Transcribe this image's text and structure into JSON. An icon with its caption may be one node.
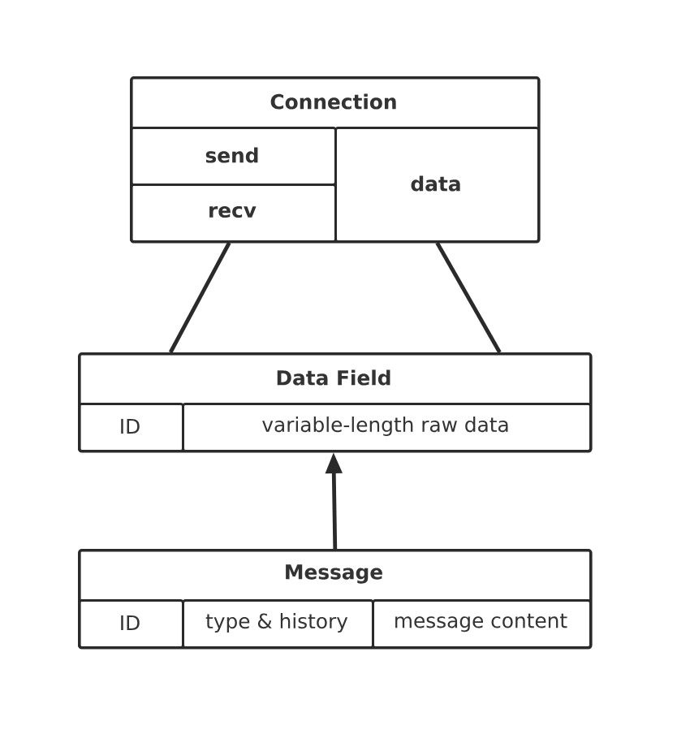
{
  "diagram": {
    "nodes": [
      {
        "text": [
          "Connection"
        ]
      },
      {
        "text": [
          "send"
        ],
        "in": 0
      },
      {
        "text": [
          "recv"
        ],
        "in": 0
      },
      {
        "text": [
          "data"
        ],
        "in": 0
      },
      {
        "text": [
          "Data Field"
        ]
      },
      {
        "text": [
          "ID"
        ],
        "in": 4
      },
      {
        "text": [
          "variable-length raw data"
        ],
        "in": 4
      },
      {
        "text": [
          "Message"
        ]
      },
      {
        "text": [
          "ID"
        ],
        "in": 7
      },
      {
        "text": [
          "type & history"
        ],
        "in": 7
      },
      {
        "text": [
          "message content"
        ],
        "in": 7
      }
    ],
    "edges": [
      {
        "from": 2,
        "to": 4,
        "arrow": "none"
      },
      {
        "from": 3,
        "to": 4,
        "arrow": "none"
      },
      {
        "from": 7,
        "to": 6,
        "arrow": "to"
      }
    ]
  }
}
